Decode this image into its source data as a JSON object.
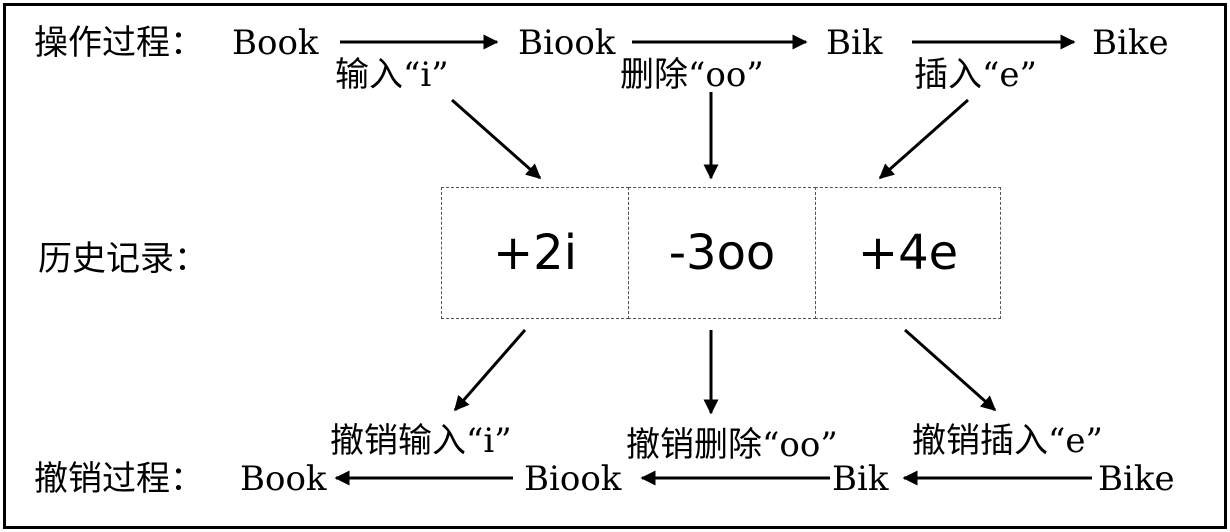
{
  "forward": {
    "label": "操作过程：",
    "states": [
      "Book",
      "Biook",
      "Bik",
      "Bike"
    ],
    "ops": [
      "输入“i”",
      "删除“oo”",
      "插入“e”"
    ]
  },
  "history": {
    "label": "历史记录：",
    "records": [
      "+2i",
      "-3oo",
      "+4e"
    ]
  },
  "undo": {
    "label": "撤销过程：",
    "states": [
      "Book",
      "Biook",
      "Bik",
      "Bike"
    ],
    "ops": [
      "撤销输入“i”",
      "撤销删除“oo”",
      "撤销插入“e”"
    ]
  }
}
